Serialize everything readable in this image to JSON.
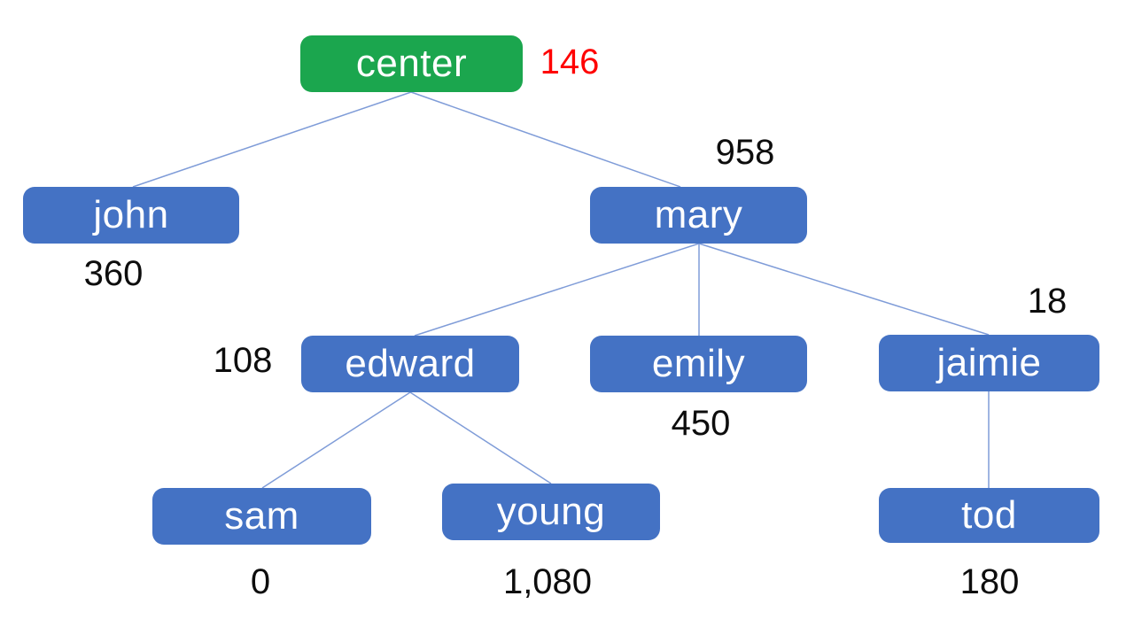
{
  "diagram": {
    "type": "tree",
    "description": "Family/hierarchy tree with weighted nodes",
    "root": "center",
    "edges": [
      {
        "from": "center",
        "to": "john"
      },
      {
        "from": "center",
        "to": "mary"
      },
      {
        "from": "mary",
        "to": "edward"
      },
      {
        "from": "mary",
        "to": "emily"
      },
      {
        "from": "mary",
        "to": "jaimie"
      },
      {
        "from": "edward",
        "to": "sam"
      },
      {
        "from": "edward",
        "to": "young"
      },
      {
        "from": "jaimie",
        "to": "tod"
      }
    ]
  },
  "nodes": {
    "center": {
      "label": "center",
      "value": "146"
    },
    "john": {
      "label": "john",
      "value": "360"
    },
    "mary": {
      "label": "mary",
      "value": "958"
    },
    "edward": {
      "label": "edward",
      "value": "108"
    },
    "emily": {
      "label": "emily",
      "value": "450"
    },
    "jaimie": {
      "label": "jaimie",
      "value": "18"
    },
    "sam": {
      "label": "sam",
      "value": "0"
    },
    "young": {
      "label": "young",
      "value": "1,080"
    },
    "tod": {
      "label": "tod",
      "value": "180"
    }
  },
  "colors": {
    "root_node": "#1ba64e",
    "child_node": "#4472c4",
    "connector": "#7f9cd8",
    "value_text": "#0d0d0d",
    "root_value_text": "#ff0000",
    "node_text": "#ffffff",
    "background": "#ffffff"
  }
}
